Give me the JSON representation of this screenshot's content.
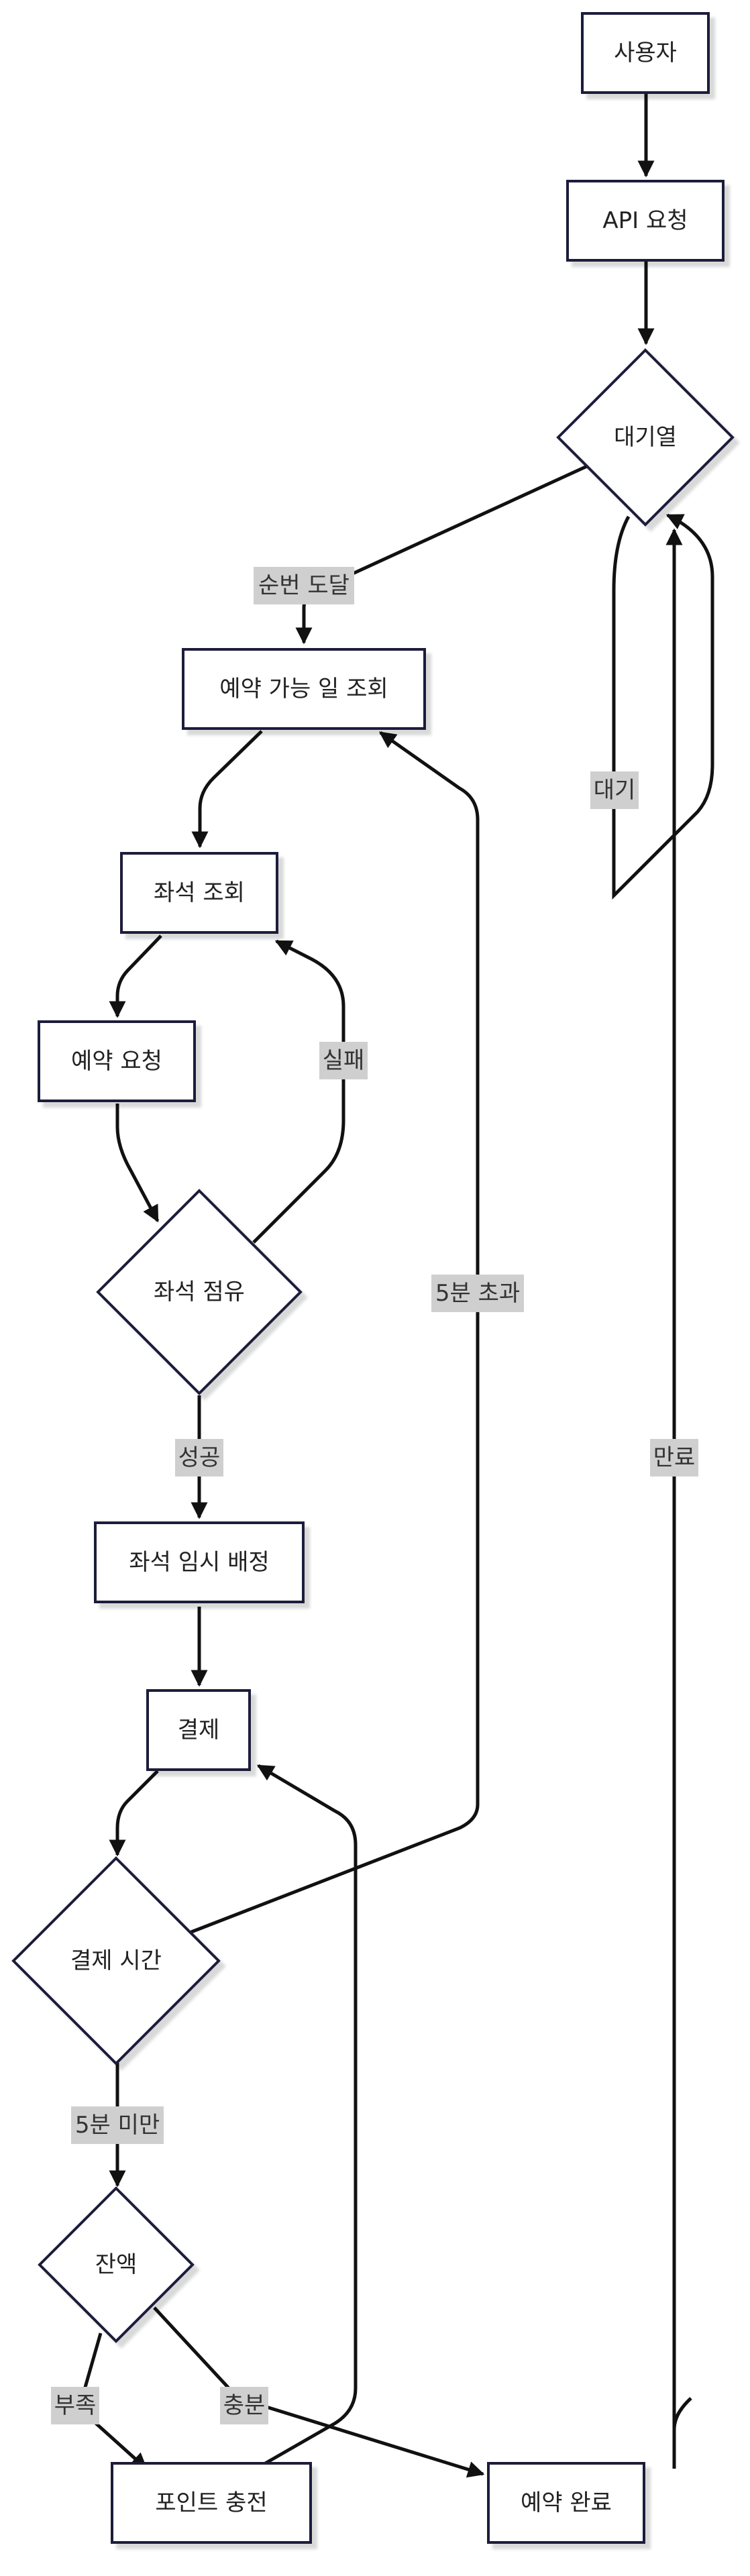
{
  "nodes": {
    "user": "사용자",
    "api_request": "API 요청",
    "queue": "대기열",
    "date_lookup": "예약 가능 일 조회",
    "seat_lookup": "좌석 조회",
    "reserve_request": "예약 요청",
    "seat_hold": "좌석 점유",
    "temp_assign": "좌석 임시 배정",
    "payment": "결제",
    "payment_time": "결제 시간",
    "balance": "잔액",
    "point_charge": "포인트 충전",
    "reservation_done": "예약 완료"
  },
  "edge_labels": {
    "turn_reached": "순번 도달",
    "wait": "대기",
    "failure": "실패",
    "success": "성공",
    "over_5min": "5분 초과",
    "expired": "만료",
    "under_5min": "5분 미만",
    "insufficient": "부족",
    "sufficient": "충분"
  }
}
